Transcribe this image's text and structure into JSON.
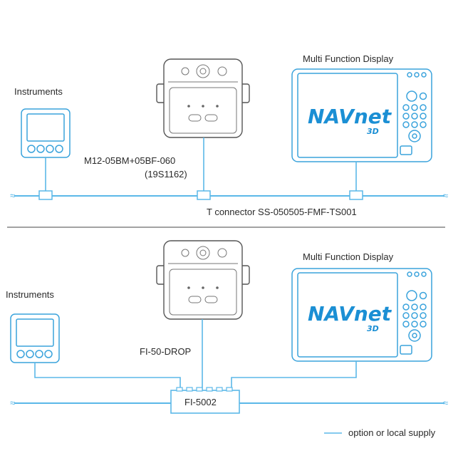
{
  "top": {
    "instruments_label": "Instruments",
    "mfd_label": "Multi Function Display",
    "cable_label_line1": "M12-05BM+05BF-060",
    "cable_label_line2": "(19S1162)",
    "t_connector_label": "T connector SS-050505-FMF-TS001"
  },
  "bottom": {
    "instruments_label": "Instruments",
    "mfd_label": "Multi Function Display",
    "drop_label": "FI-50-DROP",
    "junction_label": "FI-5002"
  },
  "brand": {
    "logo_text": "NAVnet",
    "logo_sub": "3D",
    "logo_color": "#1b8fd4"
  },
  "legend": {
    "label": "option or local supply",
    "line_color": "#5bb8e8"
  }
}
